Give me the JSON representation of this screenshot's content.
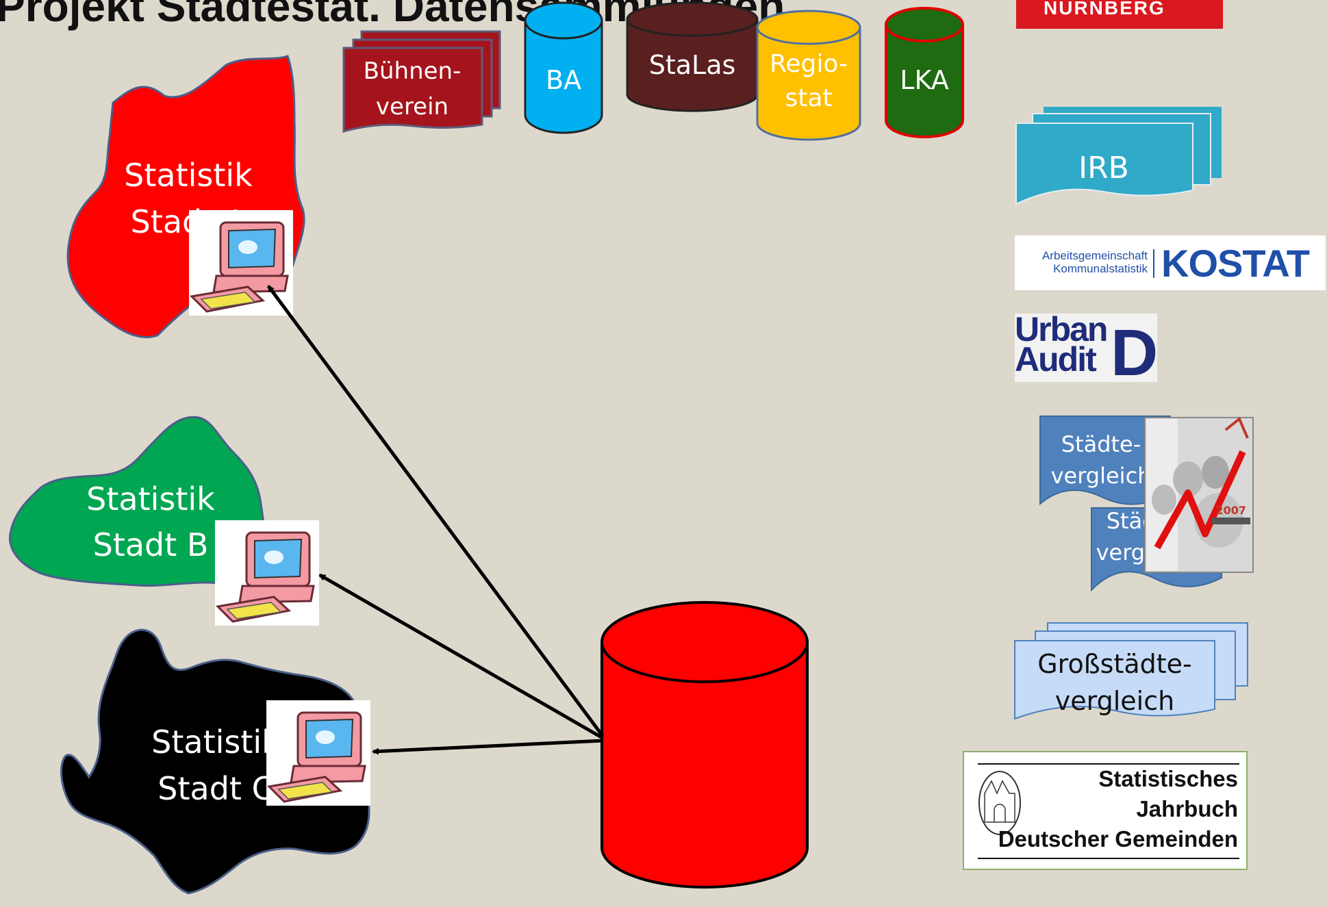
{
  "title": "Projekt Städtestat. Datensammlungen",
  "logo_text": "NÜRNBERG",
  "sources": [
    {
      "label_lines": [
        "Bühnen-",
        "verein"
      ]
    },
    {
      "label_lines": [
        "BA"
      ]
    },
    {
      "label_lines": [
        "StaLas"
      ]
    },
    {
      "label_lines": [
        "Regio-",
        "stat"
      ]
    },
    {
      "label_lines": [
        "LKA"
      ]
    }
  ],
  "cities": [
    {
      "label_lines": [
        "Statistik",
        "Stadt A"
      ],
      "color": "#ff0000"
    },
    {
      "label_lines": [
        "Statistik",
        "Stadt B"
      ],
      "color": "#00a651"
    },
    {
      "label_lines": [
        "Statistik",
        "Stadt C"
      ],
      "color": "#000000"
    }
  ],
  "right_items": {
    "irb": "IRB",
    "kostat_small_1": "Arbeitsgemeinschaft",
    "kostat_small_2": "Kommunalstatistik",
    "kostat_big": "KOSTAT",
    "urban_1": "Urban",
    "urban_2": "Audit",
    "urban_d": "D",
    "staedtevergleich_lines": [
      "Städte-",
      "vergleich"
    ],
    "staedtevergleich_back_lines": [
      "Städte-",
      "vergleich"
    ],
    "jahrbuch_year": "2007",
    "grossstaedte_lines": [
      "Großstädte-",
      "vergleich"
    ],
    "stjb_1": "Statistisches",
    "stjb_2": "Jahrbuch",
    "stjb_3": "Deutscher Gemeinden"
  },
  "colors": {
    "background": "#ddd8cc",
    "central_db": "#ff0000",
    "buehnenverein": "#a5141c",
    "ba": "#00b0f0",
    "stalas": "#5a1f1f",
    "regiostat": "#ffc000",
    "lka": "#1e6b12",
    "irb": "#31a9c9",
    "staedtevergleich": "#4f81bd",
    "grossstaedte": "#c6dbf7"
  }
}
